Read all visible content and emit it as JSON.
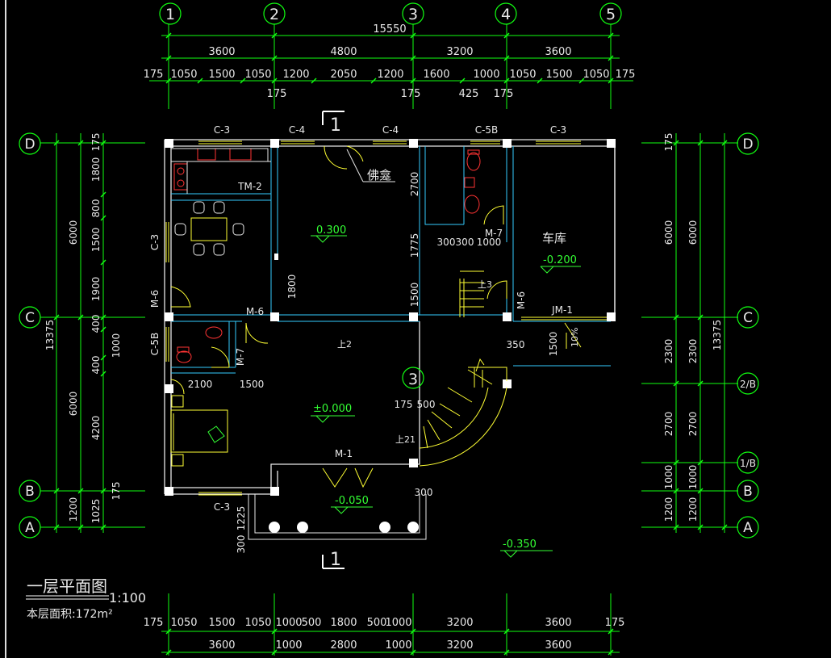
{
  "title": "一层平面图",
  "scale": "1:100",
  "area_text": "本层面积:172m²",
  "grid_cols": [
    "1",
    "2",
    "3",
    "4",
    "5"
  ],
  "grid_rows_left": [
    "D",
    "C",
    "B",
    "A"
  ],
  "grid_rows_right": [
    "D",
    "C",
    "2/B",
    "1/B",
    "B",
    "A"
  ],
  "grid_mid": "3",
  "section_mark": "1",
  "top_dims": {
    "overall": "15550",
    "bays": [
      "3600",
      "4800",
      "3200",
      "3600"
    ],
    "details": [
      "175",
      "1050",
      "1500",
      "1050",
      "1200",
      "2050",
      "1200",
      "1600",
      "1000",
      "1050",
      "1500",
      "1050",
      "175"
    ],
    "sub": [
      "175",
      "175",
      "425",
      "175"
    ]
  },
  "bottom_dims": {
    "details": [
      "175",
      "1050",
      "1500",
      "1050",
      "1000",
      "500",
      "1800",
      "500",
      "1000",
      "3200",
      "3600",
      "175"
    ],
    "bays": [
      "3600",
      "1000",
      "2800",
      "1000",
      "3200",
      "3600"
    ]
  },
  "left_dims": {
    "overall": "13375",
    "major": [
      "6000",
      "6000",
      "1200"
    ],
    "detail": [
      "175",
      "1800",
      "800",
      "1500",
      "1900",
      "400",
      "1000",
      "400",
      "4200",
      "175",
      "1025"
    ]
  },
  "right_dims": {
    "overall": "13375",
    "outer": [
      "6000",
      "2300",
      "2700",
      "1000",
      "1200"
    ],
    "inner": [
      "175",
      "6000",
      "2300",
      "2700",
      "1000",
      "1200"
    ]
  },
  "windows": [
    "C-3",
    "C-4",
    "C-4",
    "C-5B",
    "C-3",
    "C-3",
    "C-5B",
    "C-3"
  ],
  "doors": [
    "TM-2",
    "M-6",
    "M-6",
    "M-7",
    "M-7",
    "M-6",
    "M-1",
    "JM-1"
  ],
  "rooms": {
    "altar": "佛龛",
    "garage": "车库"
  },
  "elevations": [
    "0.300",
    "-0.200",
    "±0.000",
    "-0.050",
    "-0.350"
  ],
  "stair_labels": [
    "上2",
    "上3",
    "上21",
    "10%"
  ],
  "misc_dims": [
    "2700",
    "1775",
    "1500",
    "1800",
    "300",
    "300",
    "1000",
    "2100",
    "1500",
    "350",
    "1500",
    "175",
    "500",
    "300",
    "300",
    "1225"
  ]
}
